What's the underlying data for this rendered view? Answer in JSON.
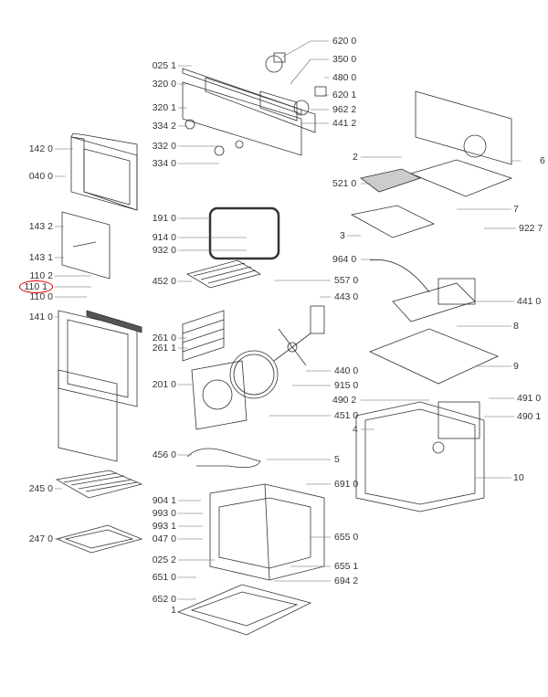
{
  "highlight_color": "#dd0000",
  "labels": [
    "142 0",
    "040 0",
    "143 2",
    "143 1",
    "110 2",
    "110 1",
    "110 0",
    "141 0",
    "245 0",
    "247 0",
    "025 1",
    "320 0",
    "320 1",
    "334 2",
    "332 0",
    "334 0",
    "191 0",
    "914 0",
    "932 0",
    "452 0",
    "261 0",
    "261 1",
    "201 0",
    "456 0",
    "904 1",
    "993 0",
    "993 1",
    "047 0",
    "025 2",
    "651 0",
    "652 0",
    "1",
    "620 0",
    "350 0",
    "480 0",
    "620 1",
    "962 2",
    "441 2",
    "557 0",
    "443 0",
    "440 0",
    "915 0",
    "451 0",
    "5",
    "691 0",
    "655 0",
    "655 1",
    "694 2",
    "2",
    "521 0",
    "3",
    "6",
    "7",
    "922 7",
    "964 0",
    "441 0",
    "8",
    "9",
    "491 0",
    "490 1",
    "490 2",
    "4",
    "10"
  ],
  "highlighted_label": "110 1"
}
